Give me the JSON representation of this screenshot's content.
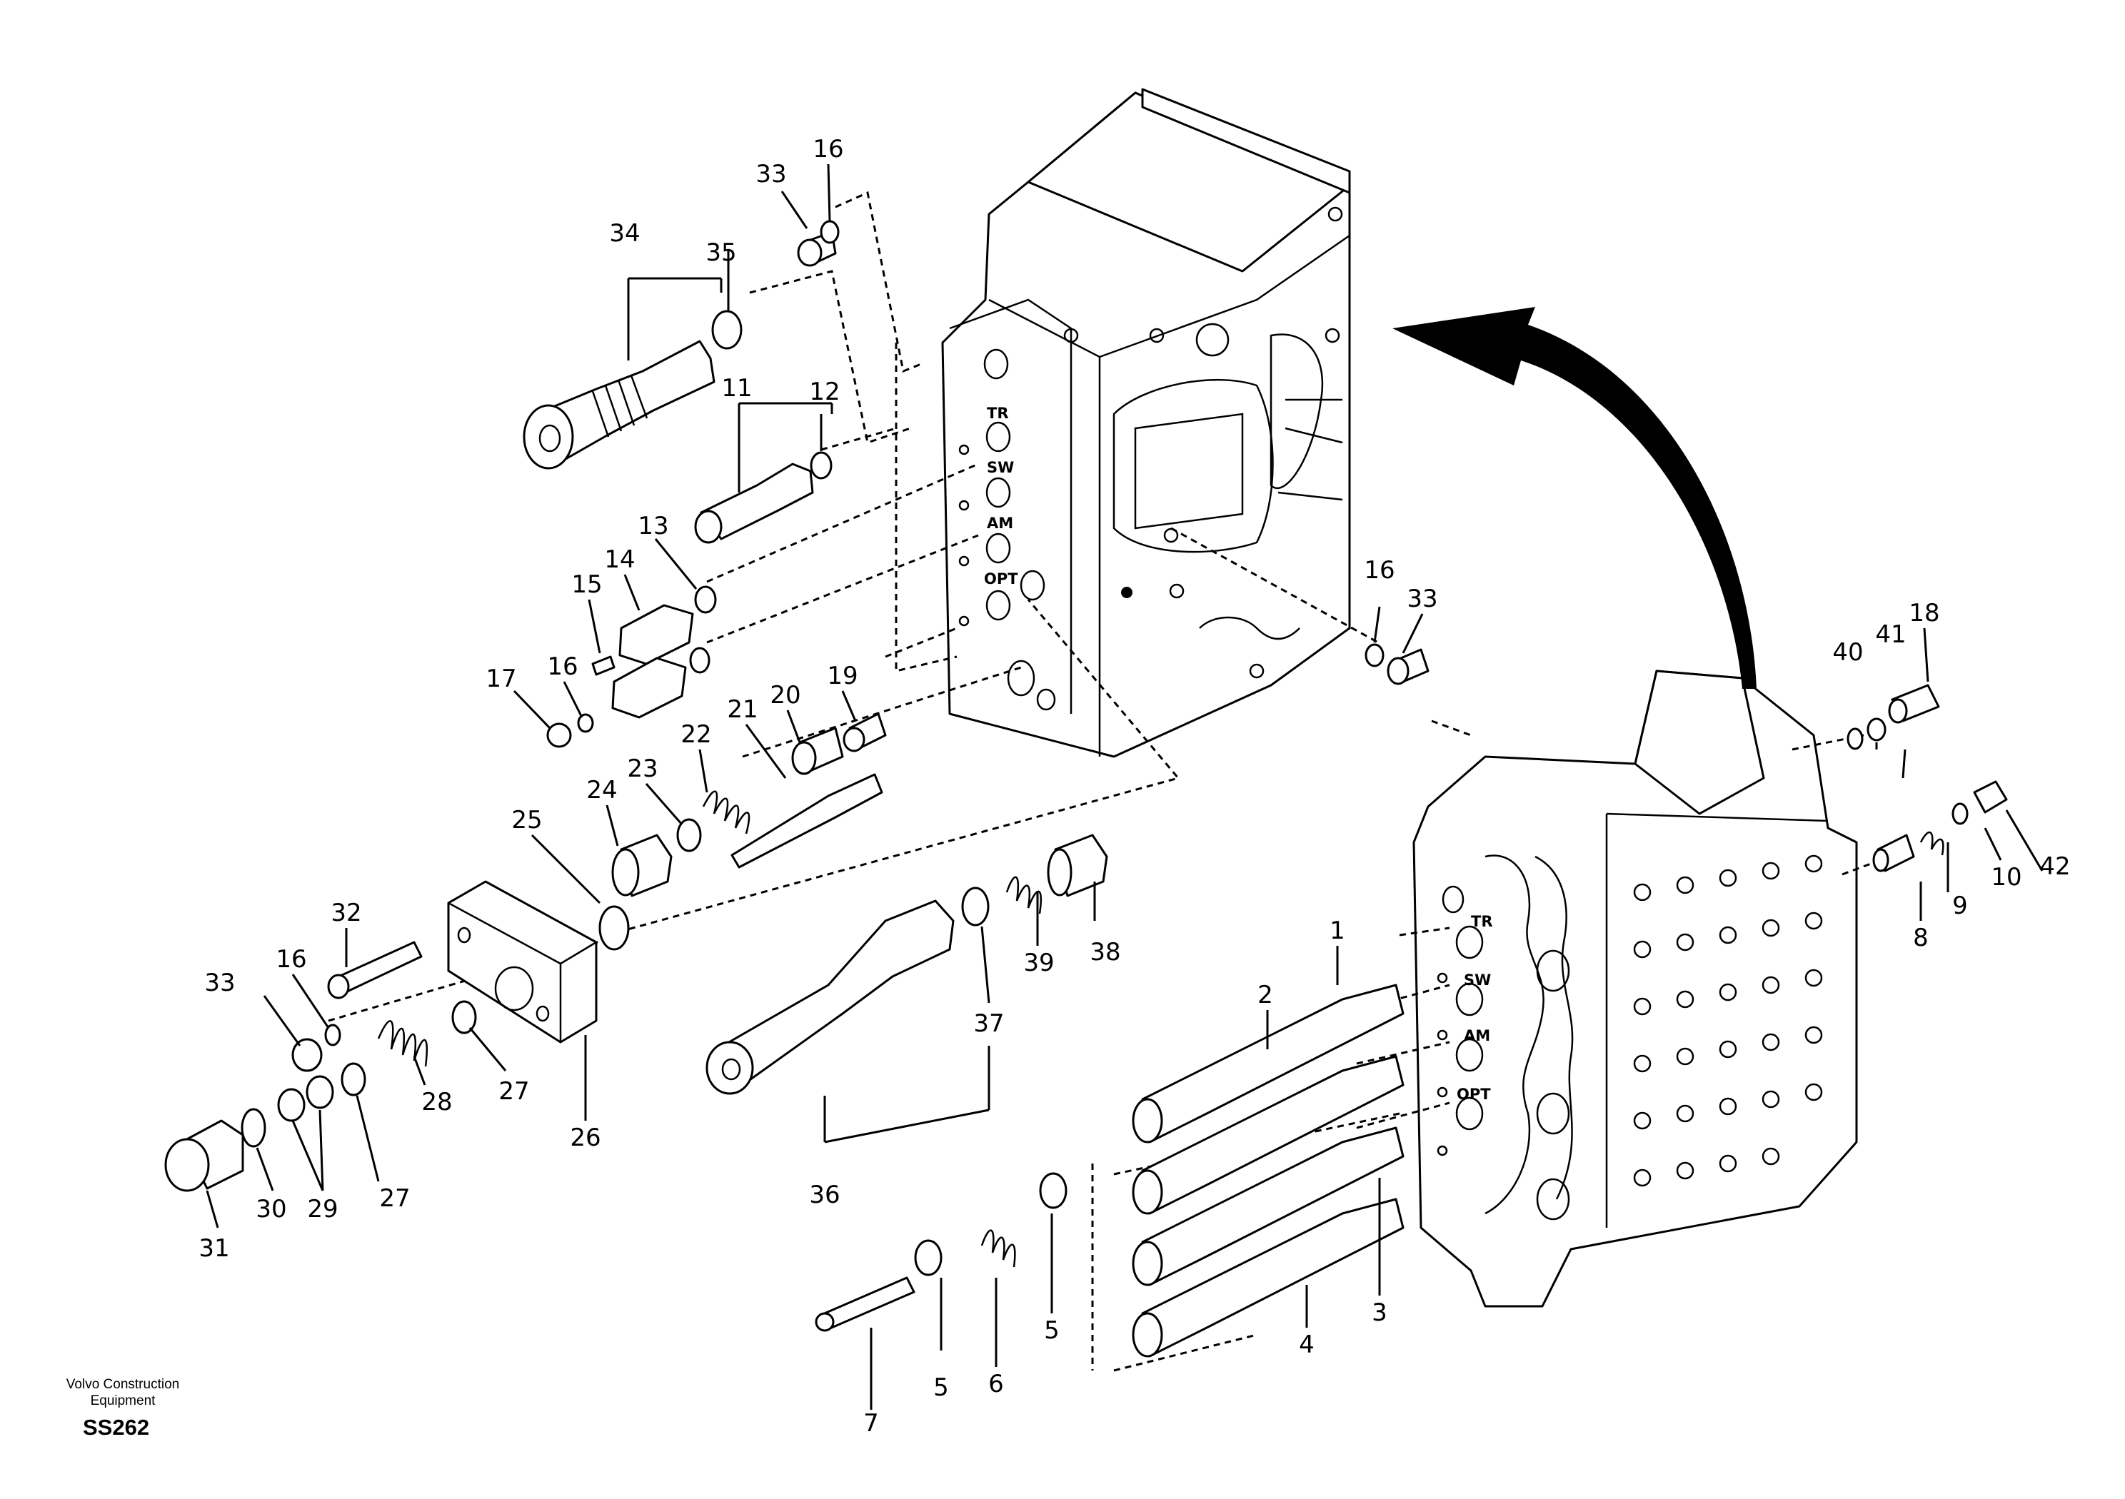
{
  "credit": {
    "line1": "Volvo Construction",
    "line2": "Equipment"
  },
  "figure_code": "SS262",
  "port_labels": {
    "tr": "TR",
    "sw": "SW",
    "am": "AM",
    "opt": "OPT"
  },
  "callouts": {
    "c1": "1",
    "c2": "2",
    "c3": "3",
    "c4": "4",
    "c5": "5",
    "c6": "6",
    "c7": "7",
    "c8": "8",
    "c9": "9",
    "c10": "10",
    "c11": "11",
    "c12": "12",
    "c13": "13",
    "c14": "14",
    "c15": "15",
    "c16": "16",
    "c17": "17",
    "c18": "18",
    "c19": "19",
    "c20": "20",
    "c21": "21",
    "c22": "22",
    "c23": "23",
    "c24": "24",
    "c25": "25",
    "c26": "26",
    "c27": "27",
    "c28": "28",
    "c29": "29",
    "c30": "30",
    "c31": "31",
    "c32": "32",
    "c33": "33",
    "c34": "34",
    "c35": "35",
    "c36": "36",
    "c37": "37",
    "c38": "38",
    "c39": "39",
    "c40": "40",
    "c41": "41",
    "c42": "42"
  }
}
